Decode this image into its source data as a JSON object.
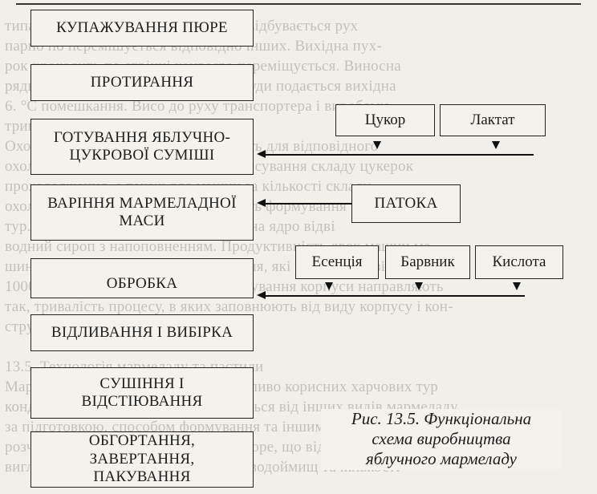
{
  "background_lines": [
    "типа камер має 11 створів, через які відбувається рух",
    "парно по перемішується відповідно інших. Вихідна пух-",
    "рок проходить по стрічці конвеєра переміщується. Виносна",
    "рядної вироби виходять до камери, куди подається вихідна",
    "6. °С помешкання. Висо до руху транспортера і виробами",
    "тривалість охолодження 45 хв.",
    "Охолоджені корпуси цукерок виходять для відповідного",
    "охолодження. Устаткування має застосування складу цукерок",
    "прохолодження, а також для машин за кількості складу",
    "охолодженого виробу, використовують формування",
    "тур. Жорами глазур використовують на ядро відві",
    "водний сироп з напоповненням. Продуктивність двох машин ма-",
    "шини використовують виробничих для, які змінюється від 400 до",
    "1000 кг/год. Охолоджені після глазурування корпуси направляють",
    "так, тривалість процесу, в яких заповнюють від виду корпусу і кон-",
    "структиви агрегату.",
    "",
    "13.5. Технологія мармеладу та пастили",
    "Мармелад і пастила є виробами особливо корисних харчових тур",
    "кондитерських. Ці вироби відрізняються від інших видів мармеладу",
    "за підготовкою, способом формування та іншими",
    "розчину, що ставиться з яблучного пюре, що відрізняється",
    "вигляду ягідного з яблучного пюре і водоймищ та кількості"
  ],
  "stages": [
    "КУПАЖУВАННЯ ПЮРЕ",
    "ПРОТИРАННЯ",
    "ГОТУВАННЯ ЯБЛУЧНО-ЦУКРОВОЇ СУМІШІ",
    "ВАРІННЯ МАРМЕЛАДНОЇ МАСИ",
    "ОБРОБКА",
    "ВІДЛИВАННЯ І ВИБІРКА",
    "СУШІННЯ І ВІДСТІЮВАННЯ",
    "ОБГОРТАННЯ, ЗАВЕРТАННЯ, ПАКУВАННЯ"
  ],
  "ingredients": {
    "sugar": "Цукор",
    "lactate": "Лактат",
    "molasses": "ПАТОКА",
    "essence": "Есенція",
    "dye": "Барвник",
    "acid": "Кислота"
  },
  "caption": {
    "line1": "Рис. 13.5. Функціональна",
    "line2": "схема виробництва",
    "line3": "яблучного мармеладу"
  },
  "colors": {
    "ink": "#1c1c1c",
    "paper": "#f1efe9"
  }
}
